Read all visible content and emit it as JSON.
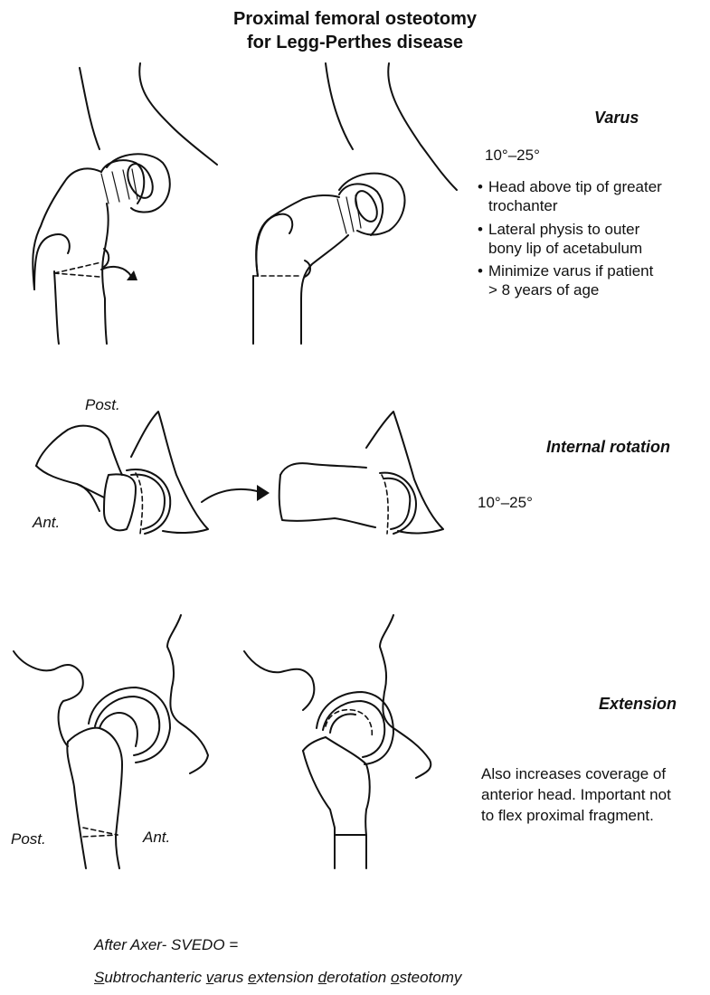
{
  "title": {
    "line1": "Proximal femoral osteotomy",
    "line2": "for Legg-Perthes disease"
  },
  "varus": {
    "heading": "Varus",
    "range": "10°–25°",
    "bullets": [
      {
        "line1": "Head above tip of greater",
        "line2": "trochanter"
      },
      {
        "line1": "Lateral physis to outer",
        "line2": "bony lip of acetabulum"
      },
      {
        "line1": "Minimize varus if patient",
        "line2": "> 8 years of age"
      }
    ]
  },
  "internal_rotation": {
    "heading": "Internal rotation",
    "range": "10°–25°",
    "label_post": "Post.",
    "label_ant": "Ant."
  },
  "extension": {
    "heading": "Extension",
    "note_line1": "Also increases coverage of",
    "note_line2": "anterior head. Important not",
    "note_line3": "to flex proximal fragment.",
    "label_post": "Post.",
    "label_ant": "Ant."
  },
  "footer": {
    "line1": "After Axer- SVEDO =",
    "words": [
      {
        "first": "S",
        "rest": "ubtrochanteric "
      },
      {
        "first": "v",
        "rest": "arus "
      },
      {
        "first": "e",
        "rest": "xtension "
      },
      {
        "first": "d",
        "rest": "erotation "
      },
      {
        "first": "o",
        "rest": "steotomy"
      }
    ]
  }
}
